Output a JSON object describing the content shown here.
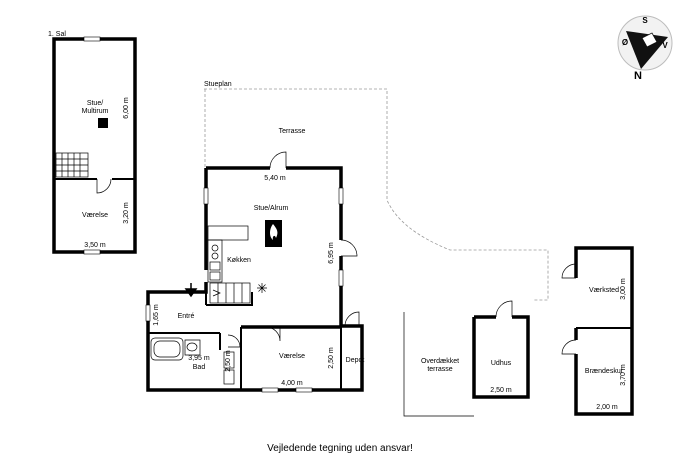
{
  "floors": {
    "upper": "1. Sal",
    "ground": "Stueplan"
  },
  "rooms": {
    "stue_multirum": [
      "Stue/",
      "Multirum"
    ],
    "vaerelse_upper": "Værelse",
    "terrasse": "Terrasse",
    "stue_alrum": "Stue/Alrum",
    "koekken": "Køkken",
    "entre": "Entré",
    "bad": "Bad",
    "vaerelse_ground": "Værelse",
    "depot": "Depot",
    "overdaekket_terrasse": [
      "Overdækket",
      "terrasse"
    ],
    "udhus": "Udhus",
    "vaerksted": "Værksted",
    "brandeskur": "Brændeskur"
  },
  "dimensions": {
    "stue_multirum_h": "6,00 m",
    "vaerelse_upper_h": "3,20 m",
    "upper_w": "3,50 m",
    "alrum_w": "5,40 m",
    "alrum_h": "6,95 m",
    "entre_h": "1,65 m",
    "bad_w": "3,95 m",
    "bad_h": "2,50 m",
    "vaerelse_ground_h": "2,50 m",
    "vaerelse_ground_w": "4,00 m",
    "udhus_w": "2,50 m",
    "vaerksted_h": "3,00 m",
    "brandeskur_h": "3,70 m",
    "sheds_w": "2,00 m"
  },
  "compass": {
    "north": "N",
    "south": "S",
    "east": "Ø",
    "west": "V"
  },
  "disclaimer": "Vejledende tegning uden ansvar!"
}
